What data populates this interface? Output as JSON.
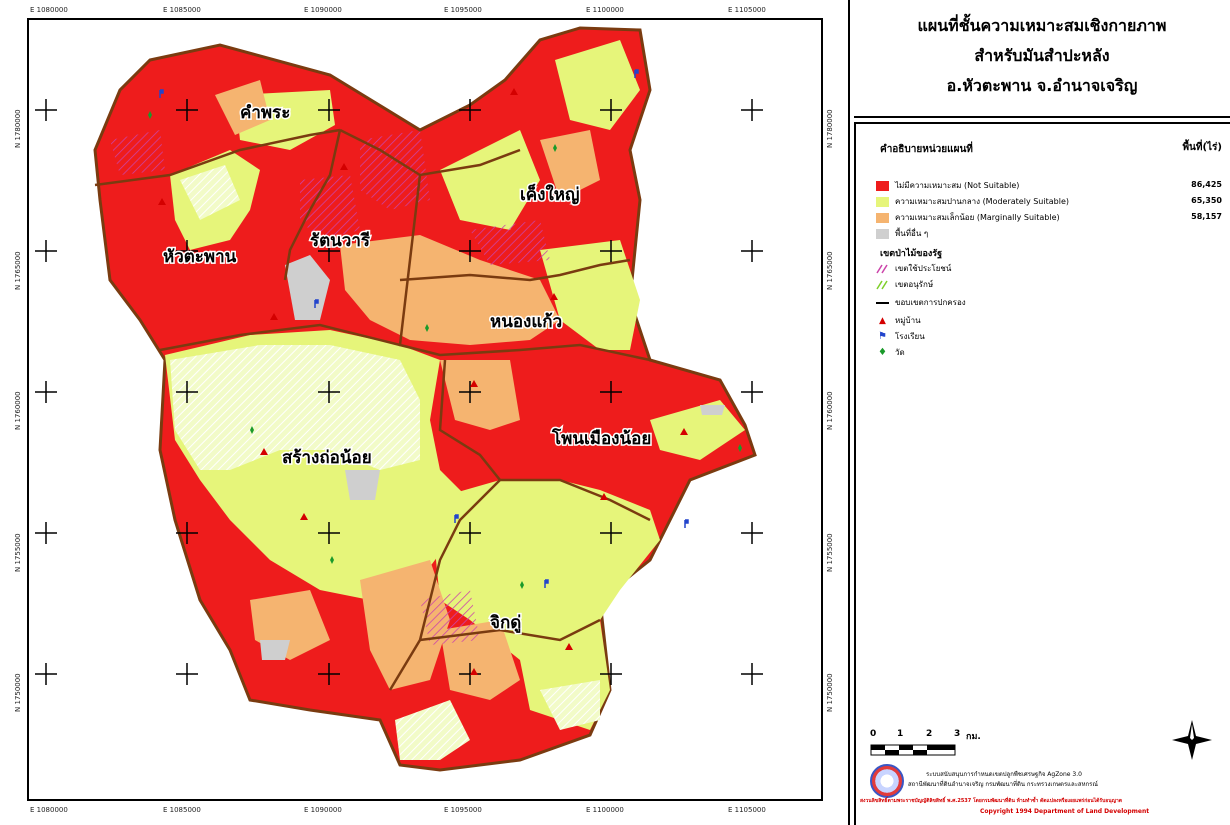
{
  "title": {
    "line1": "แผนที่ชั้นความเหมาะสมเชิงกายภาพ",
    "line2": "สำหรับมันสำปะหลัง",
    "line3": "อ.หัวตะพาน จ.อำนาจเจริญ"
  },
  "legend": {
    "heading": "คำอธิบายหน่วยแผนที่",
    "area_heading": "พื้นที่(ไร่)",
    "classes": [
      {
        "label": "ไม่มีความเหมาะสม (Not Suitable)",
        "area": "86,425",
        "color": "#ee1c1c"
      },
      {
        "label": "ความเหมาะสมปานกลาง (Moderately Suitable)",
        "area": "65,350",
        "color": "#e6f57a"
      },
      {
        "label": "ความเหมาะสมเล็กน้อย (Marginally Suitable)",
        "area": "58,157",
        "color": "#f5b470"
      },
      {
        "label": "พื้นที่อื่น ๆ",
        "area": "",
        "color": "#cfcfcf"
      }
    ],
    "forest_heading": "เขตป่าไม้ของรัฐ",
    "forest_items": [
      {
        "label": "เขตใช้ประโยชน์",
        "color": "#cc44aa"
      },
      {
        "label": "เขตอนุรักษ์",
        "color": "#7fcf2a"
      }
    ],
    "boundary_label": "ขอบเขตการปกครอง",
    "points": [
      {
        "label": "หมู่บ้าน",
        "symbol": "▲",
        "color": "#d40000"
      },
      {
        "label": "โรงเรียน",
        "symbol": "⚑",
        "color": "#2244cc"
      },
      {
        "label": "วัด",
        "symbol": "♦",
        "color": "#1a9a2a"
      }
    ]
  },
  "scale_bar": {
    "ticks": [
      "0",
      "1",
      "2",
      "3"
    ],
    "unit": "กม."
  },
  "credits": {
    "line1": "ระบบสนับสนุนการกำหนดเขตปลูกพืชเศรษฐกิจ AgZone 3.0",
    "line2": "สถานีพัฒนาที่ดินอำนาจเจริญ   กรมพัฒนาที่ดิน   กระทรวงเกษตรและสหกรณ์",
    "line3": "สงวนลิขสิทธิ์ตามพระราชบัญญัติลิขสิทธิ์ พ.ศ.2537 โดยกรมพัฒนาที่ดิน ห้ามทำซ้ำ ดัดแปลงหรือเผยแพร่ก่อนได้รับอนุญาต",
    "line4": "Copyright 1994  Department of Land Development"
  },
  "map": {
    "x_coords": [
      "E 1080000",
      "E 1085000",
      "E 1090000",
      "E 1095000",
      "E 1100000",
      "E 1105000"
    ],
    "y_coords": [
      "N 1780000",
      "N 1765000",
      "N 1760000",
      "N 1755000",
      "N 1750000"
    ],
    "districts": [
      "คำพระ",
      "หัวตะพาน",
      "รัตนวารี",
      "เค็งใหญ่",
      "หนองแก้ว",
      "สร้างถ่อน้อย",
      "โพนเมืองน้อย",
      "จิกดู่"
    ]
  }
}
